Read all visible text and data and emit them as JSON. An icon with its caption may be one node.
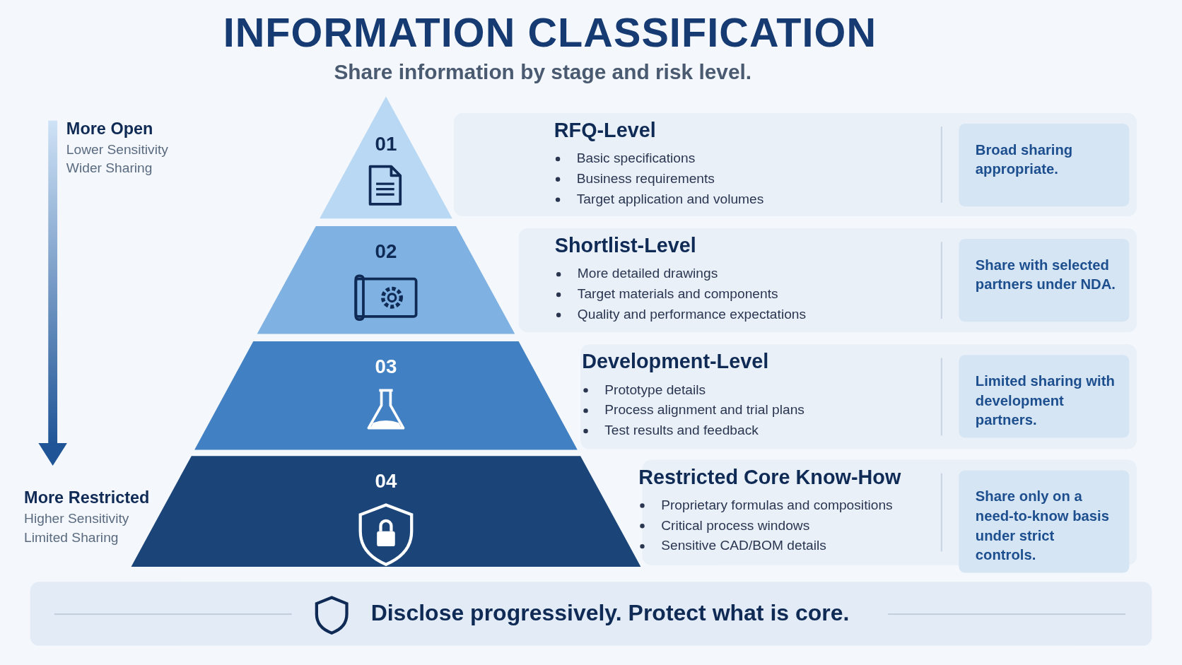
{
  "diagram": {
    "title": "INFORMATION CLASSIFICATION",
    "nodes": [
      {
        "text": [
          "01"
        ]
      },
      {
        "text": [
          "RFQ-Level",
          "Basic specifications",
          "Business requirements",
          "Target application and volumes"
        ]
      },
      {
        "text": [
          "Broad sharing appropriate."
        ],
        "in": 1
      },
      {
        "text": [
          "02"
        ]
      },
      {
        "text": [
          "Shortlist-Level",
          "More detailed drawings",
          "Target materials and components",
          "Quality and performance expectations"
        ]
      },
      {
        "text": [
          "Share with selected partners under NDA."
        ],
        "in": 4
      },
      {
        "text": [
          "03"
        ]
      },
      {
        "text": [
          "Development-Level",
          "Prototype details",
          "Process alignment and trial plans",
          "Test results and feedback"
        ]
      },
      {
        "text": [
          "Limited sharing with development partners."
        ],
        "in": 7
      },
      {
        "text": [
          "04"
        ]
      },
      {
        "text": [
          "Restricted Core Know-How",
          "Proprietary formulas and compositions",
          "Critical process windows",
          "Sensitive CAD/BOM details"
        ]
      },
      {
        "text": [
          "Share only on a need-to-know basis under strict controls."
        ],
        "in": 10
      },
      {
        "text": [
          "Disclose progressively. Protect what is core."
        ]
      }
    ],
    "edges": [],
    "labels": [
      "Share information by stage and risk level.",
      "More Open",
      "Lower Sensitivity",
      "Wider Sharing",
      "More Restricted",
      "Higher Sensitivity",
      "Limited Sharing"
    ]
  }
}
